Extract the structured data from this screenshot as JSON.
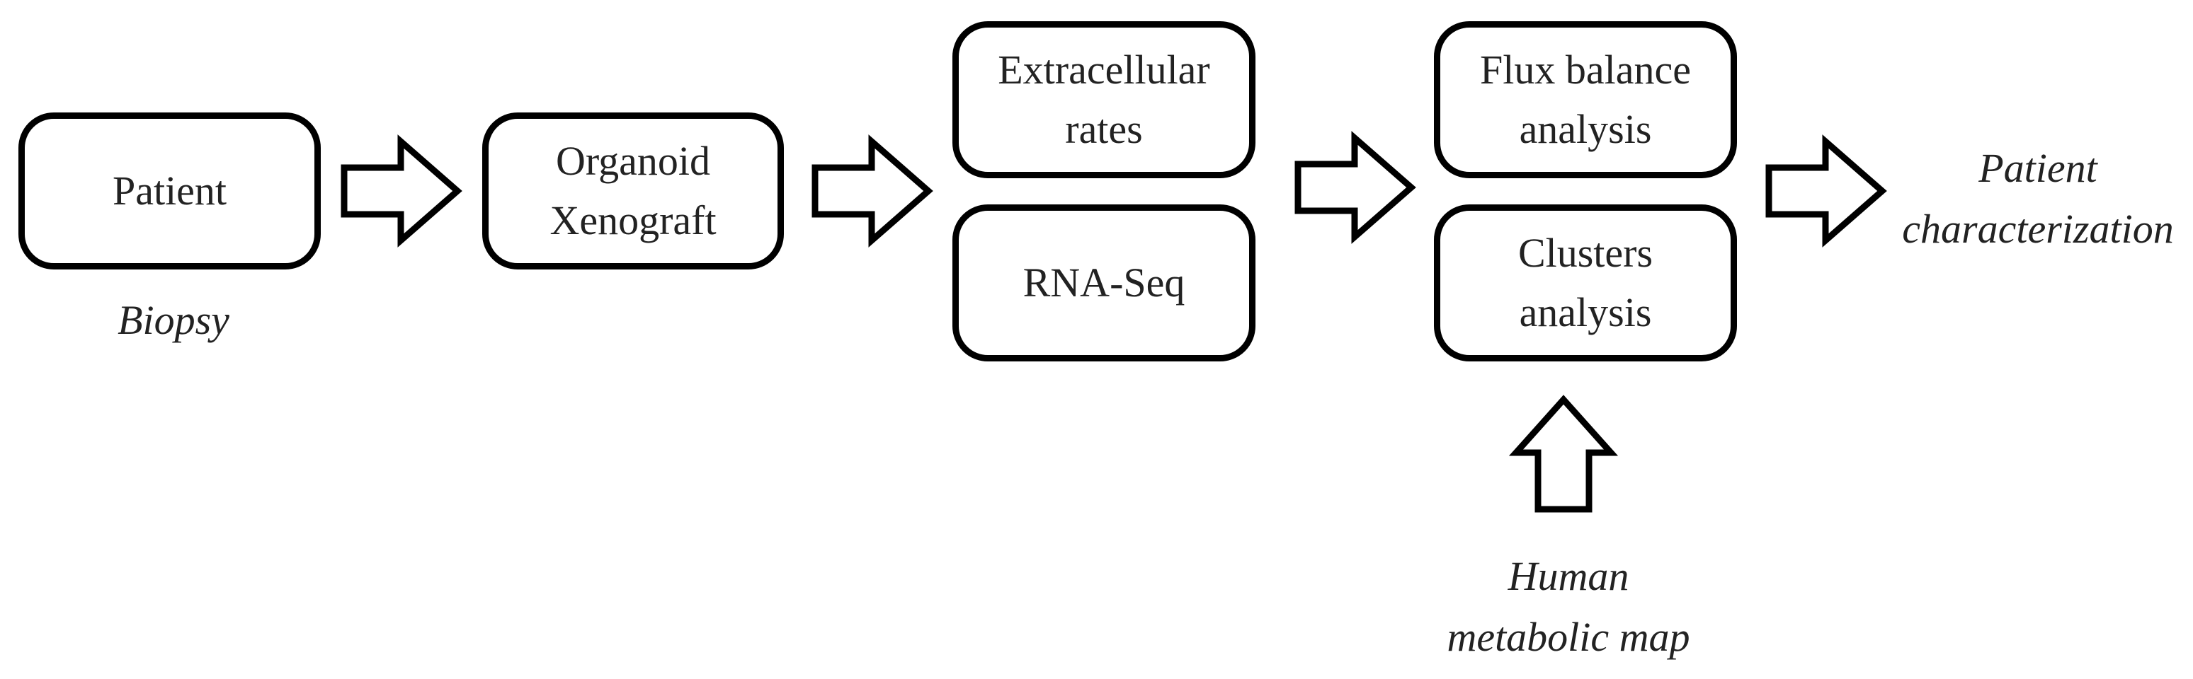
{
  "diagram": {
    "boxes": {
      "patient": {
        "lines": [
          "Patient"
        ]
      },
      "organoid": {
        "lines": [
          "Organoid",
          "Xenograft"
        ]
      },
      "extracellular": {
        "lines": [
          "Extracellular",
          "rates"
        ]
      },
      "rnaseq": {
        "lines": [
          "RNA-Seq"
        ]
      },
      "flux": {
        "lines": [
          "Flux balance",
          "analysis"
        ]
      },
      "clusters": {
        "lines": [
          "Clusters",
          "analysis"
        ]
      }
    },
    "captions": {
      "biopsy": "Biopsy",
      "human_map": [
        "Human",
        "metabolic map"
      ],
      "patient_char": [
        "Patient",
        "characterization"
      ]
    },
    "arrows": [
      {
        "from": "patient",
        "to": "organoid",
        "direction": "right"
      },
      {
        "from": "organoid",
        "to": "extracellular-rnaseq",
        "direction": "right"
      },
      {
        "from": "extracellular-rnaseq",
        "to": "flux-clusters",
        "direction": "right"
      },
      {
        "from": "flux-clusters",
        "to": "patient-characterization",
        "direction": "right"
      },
      {
        "from": "human-metabolic-map",
        "to": "clusters",
        "direction": "up"
      }
    ]
  }
}
